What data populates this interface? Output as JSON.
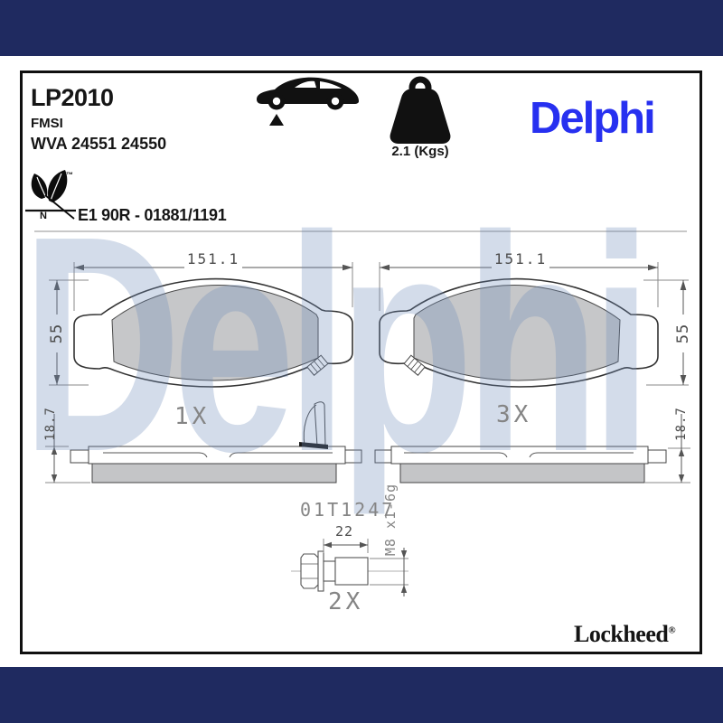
{
  "header": {
    "code": "LP2010",
    "fmsi": "FMSI",
    "wva": "WVA 24551 24550",
    "weight": "2.1 (Kgs)",
    "brand": "Delphi",
    "approval": "E1 90R - 01881/1191",
    "eco_letter": "N",
    "trademark": "™"
  },
  "drawing": {
    "length": "151.1",
    "height": "55",
    "thickness": "18.7",
    "qty_single": "1X",
    "qty_multi": "3X",
    "bolt_code": "01T1247",
    "bolt_length": "22",
    "bolt_thread": "M8 x1-6g",
    "bolt_qty": "2X"
  },
  "footer": {
    "brand": "Lockheed",
    "registered": "®"
  },
  "watermark": {
    "text": "Delphi"
  },
  "colors": {
    "bar_navy": "#1f2a60",
    "brand_blue": "#2730f0",
    "friction_gray": "#c6c7c9",
    "watermark_blue": "rgba(110,140,185,0.30)",
    "cad_line_gray": "#555555"
  }
}
